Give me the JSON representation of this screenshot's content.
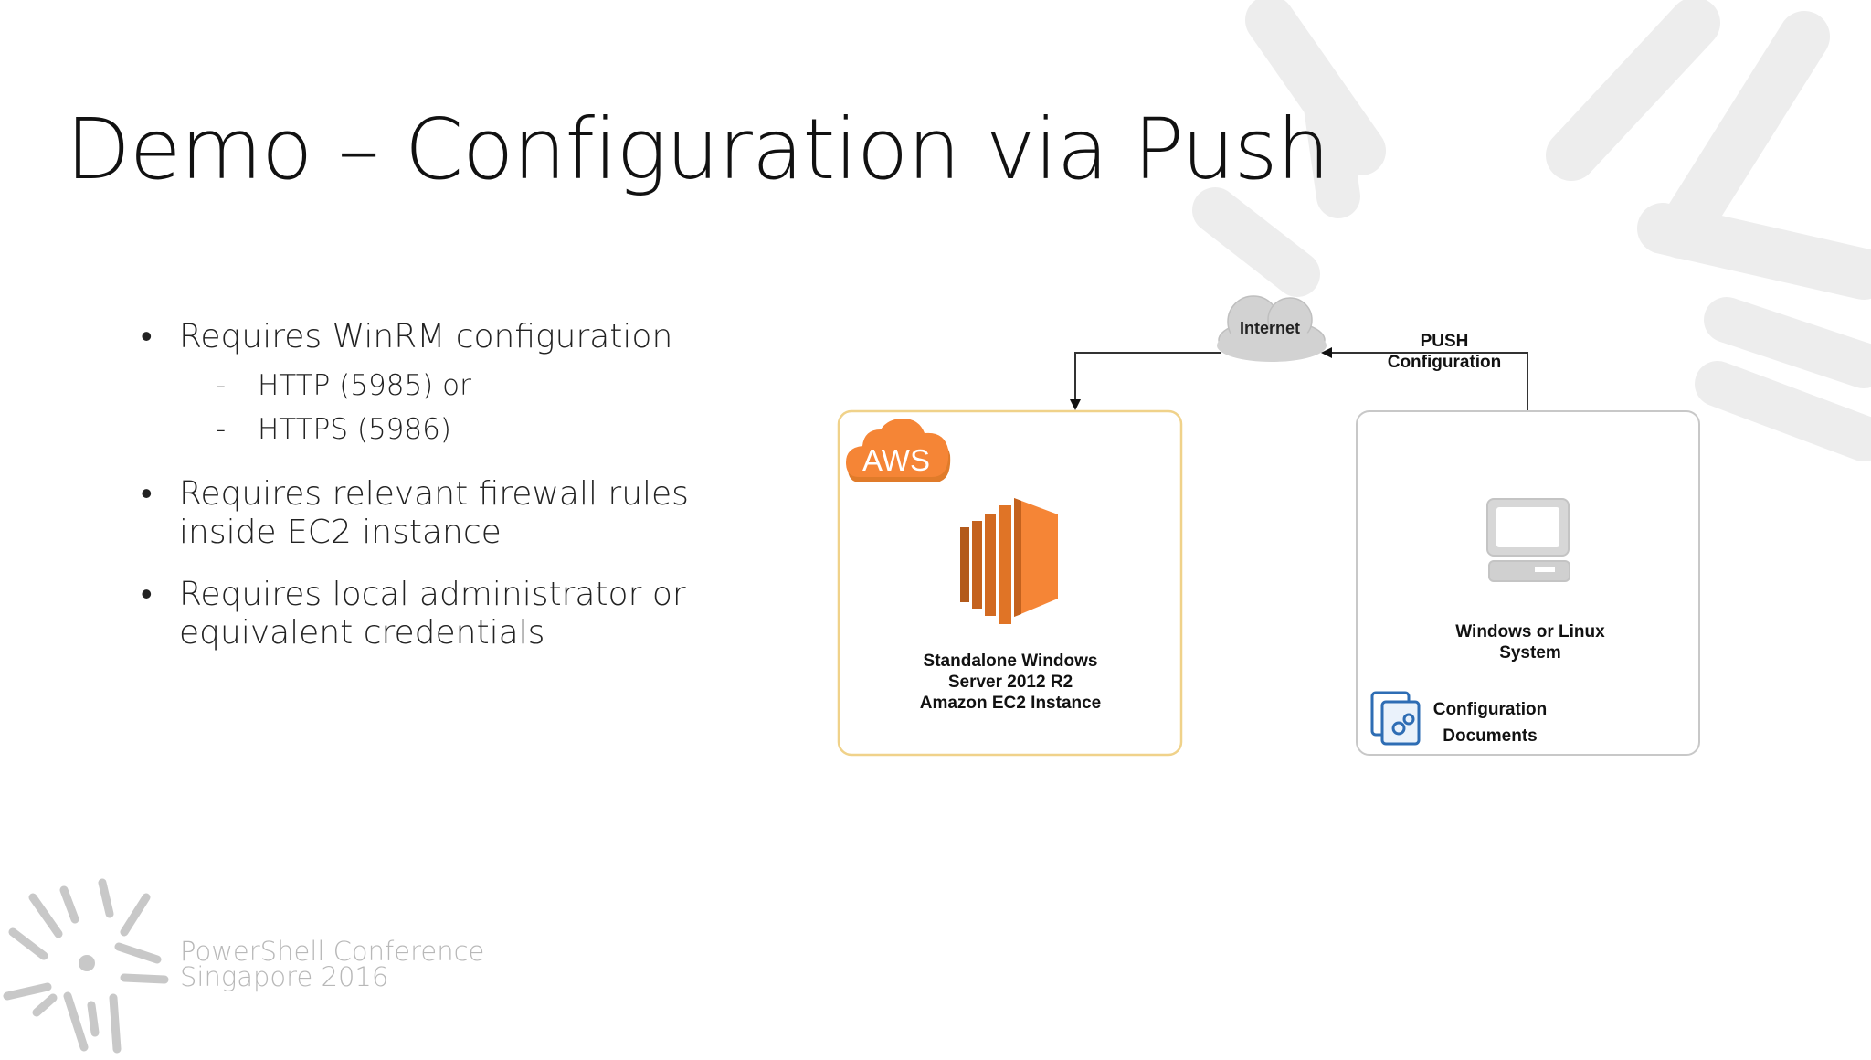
{
  "slide": {
    "title": "Demo – Configuration via Push"
  },
  "bullets": [
    {
      "text": "Requires WinRM configuration",
      "sub": [
        "HTTP (5985) or",
        "HTTPS (5986)"
      ]
    },
    {
      "text": "Requires relevant firewall rules inside EC2 instance"
    },
    {
      "text": "Requires local administrator or equivalent credentials"
    }
  ],
  "bullet_marker": "•",
  "sub_marker": "-",
  "diagram": {
    "cloud_label": "Internet",
    "push_label": "PUSH Configuration",
    "aws_badge": "AWS",
    "ec2_label": "Standalone Windows Server 2012 R2 Amazon EC2 Instance",
    "system_label": "Windows or Linux System",
    "docs_label": "Configuration Documents",
    "icons": [
      "cloud-icon",
      "aws-cloud-icon",
      "ec2-instance-icon",
      "laptop-icon",
      "configuration-documents-icon"
    ],
    "colors": {
      "aws_orange": "#F58536",
      "ec2_border": "#F0D28A",
      "system_border": "#C8C8C8",
      "cloud_gray": "#D2D2D2",
      "docs_blue": "#2E6DB4"
    }
  },
  "footer": {
    "line1": "PowerShell Conference",
    "line2": "Singapore 2016"
  }
}
